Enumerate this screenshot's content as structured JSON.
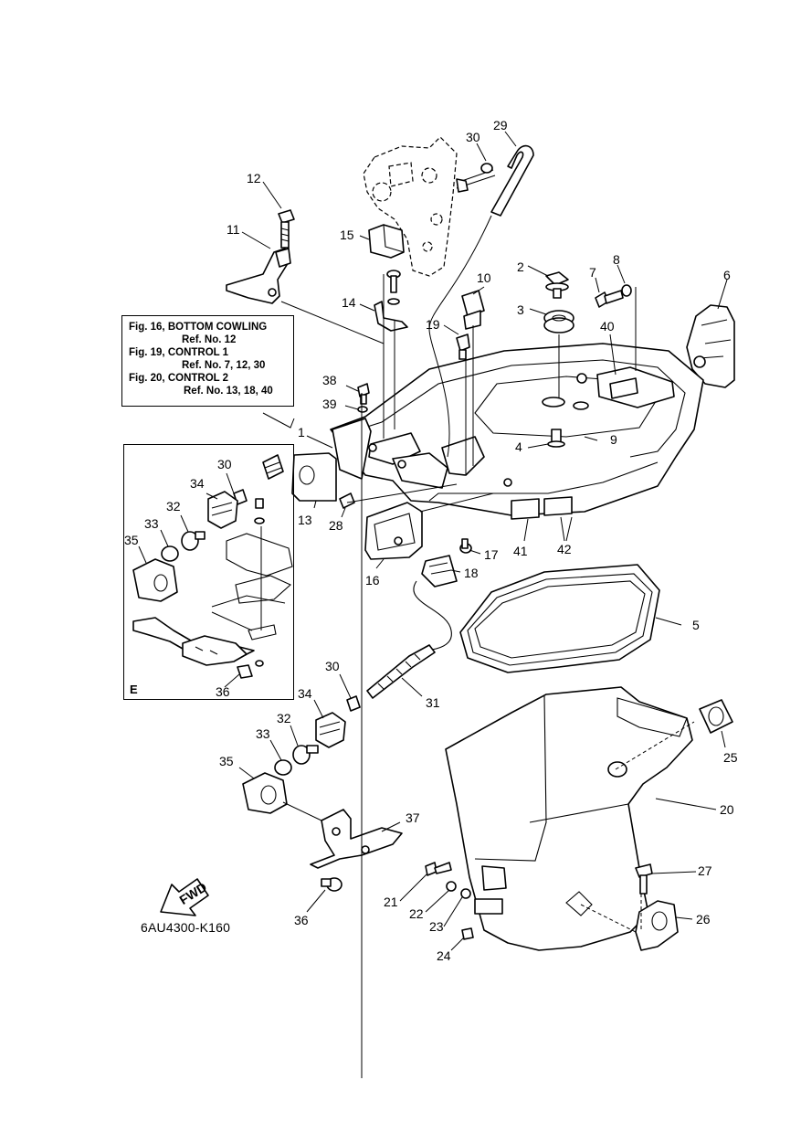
{
  "reference_note": {
    "lines": [
      "Fig. 16, BOTTOM COWLING",
      "Ref. No. 12",
      "Fig. 19, CONTROL 1",
      "Ref. No. 7, 12, 30",
      "Fig. 20, CONTROL 2",
      "Ref. No. 13, 18, 40"
    ]
  },
  "detail_inset_label": "E",
  "direction_label": "FWD",
  "diagram_code": "6AU4300-K160",
  "callouts": {
    "c29": "29",
    "c30a": "30",
    "c12": "12",
    "c11": "11",
    "c15": "15",
    "c14": "14",
    "c10": "10",
    "c19": "19",
    "c2": "2",
    "c3": "3",
    "c7": "7",
    "c8": "8",
    "c6": "6",
    "c40": "40",
    "c38": "38",
    "c39": "39",
    "c1": "1",
    "c4": "4",
    "c9": "9",
    "c13": "13",
    "c28": "28",
    "c16": "16",
    "c17": "17",
    "c18": "18",
    "c41": "41",
    "c42": "42",
    "c5": "5",
    "c31": "31",
    "c30b": "30",
    "c34b": "34",
    "c32b": "32",
    "c33b": "33",
    "c35b": "35",
    "c37": "37",
    "c36b": "36",
    "c25": "25",
    "c20": "20",
    "c27": "27",
    "c26": "26",
    "c21": "21",
    "c22": "22",
    "c23": "23",
    "c24": "24",
    "c30e": "30",
    "c34e": "34",
    "c32e": "32",
    "c33e": "33",
    "c35e": "35",
    "c36e": "36"
  }
}
